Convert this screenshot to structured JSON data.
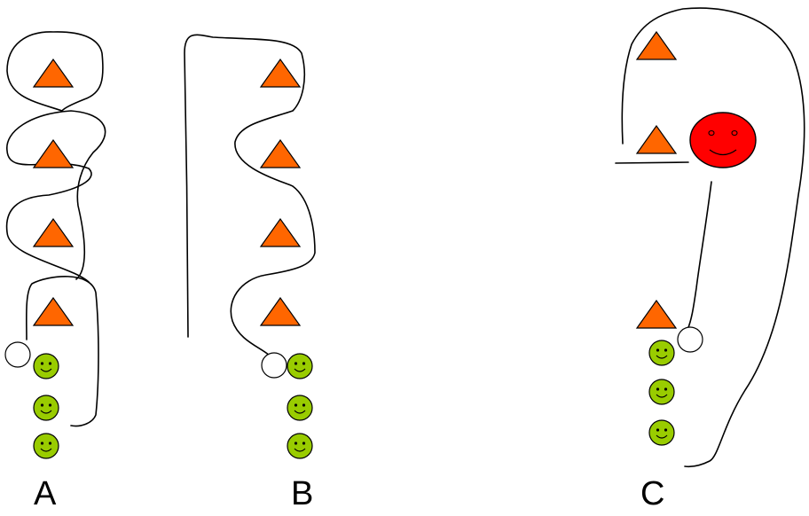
{
  "colors": {
    "triangle_fill": "#ff6600",
    "green_face_fill": "#99cc00",
    "red_face_fill": "#ff0000",
    "outline": "#000000",
    "empty_circle_fill": "#ffffff"
  },
  "icons": {
    "triangle": "orange-triangle-icon",
    "green_face": "green-smiley-icon",
    "red_face": "red-smiley-icon",
    "empty_circle": "empty-circle-icon"
  },
  "panels": {
    "a": {
      "label": "A"
    },
    "b": {
      "label": "B"
    },
    "c": {
      "label": "C"
    }
  }
}
